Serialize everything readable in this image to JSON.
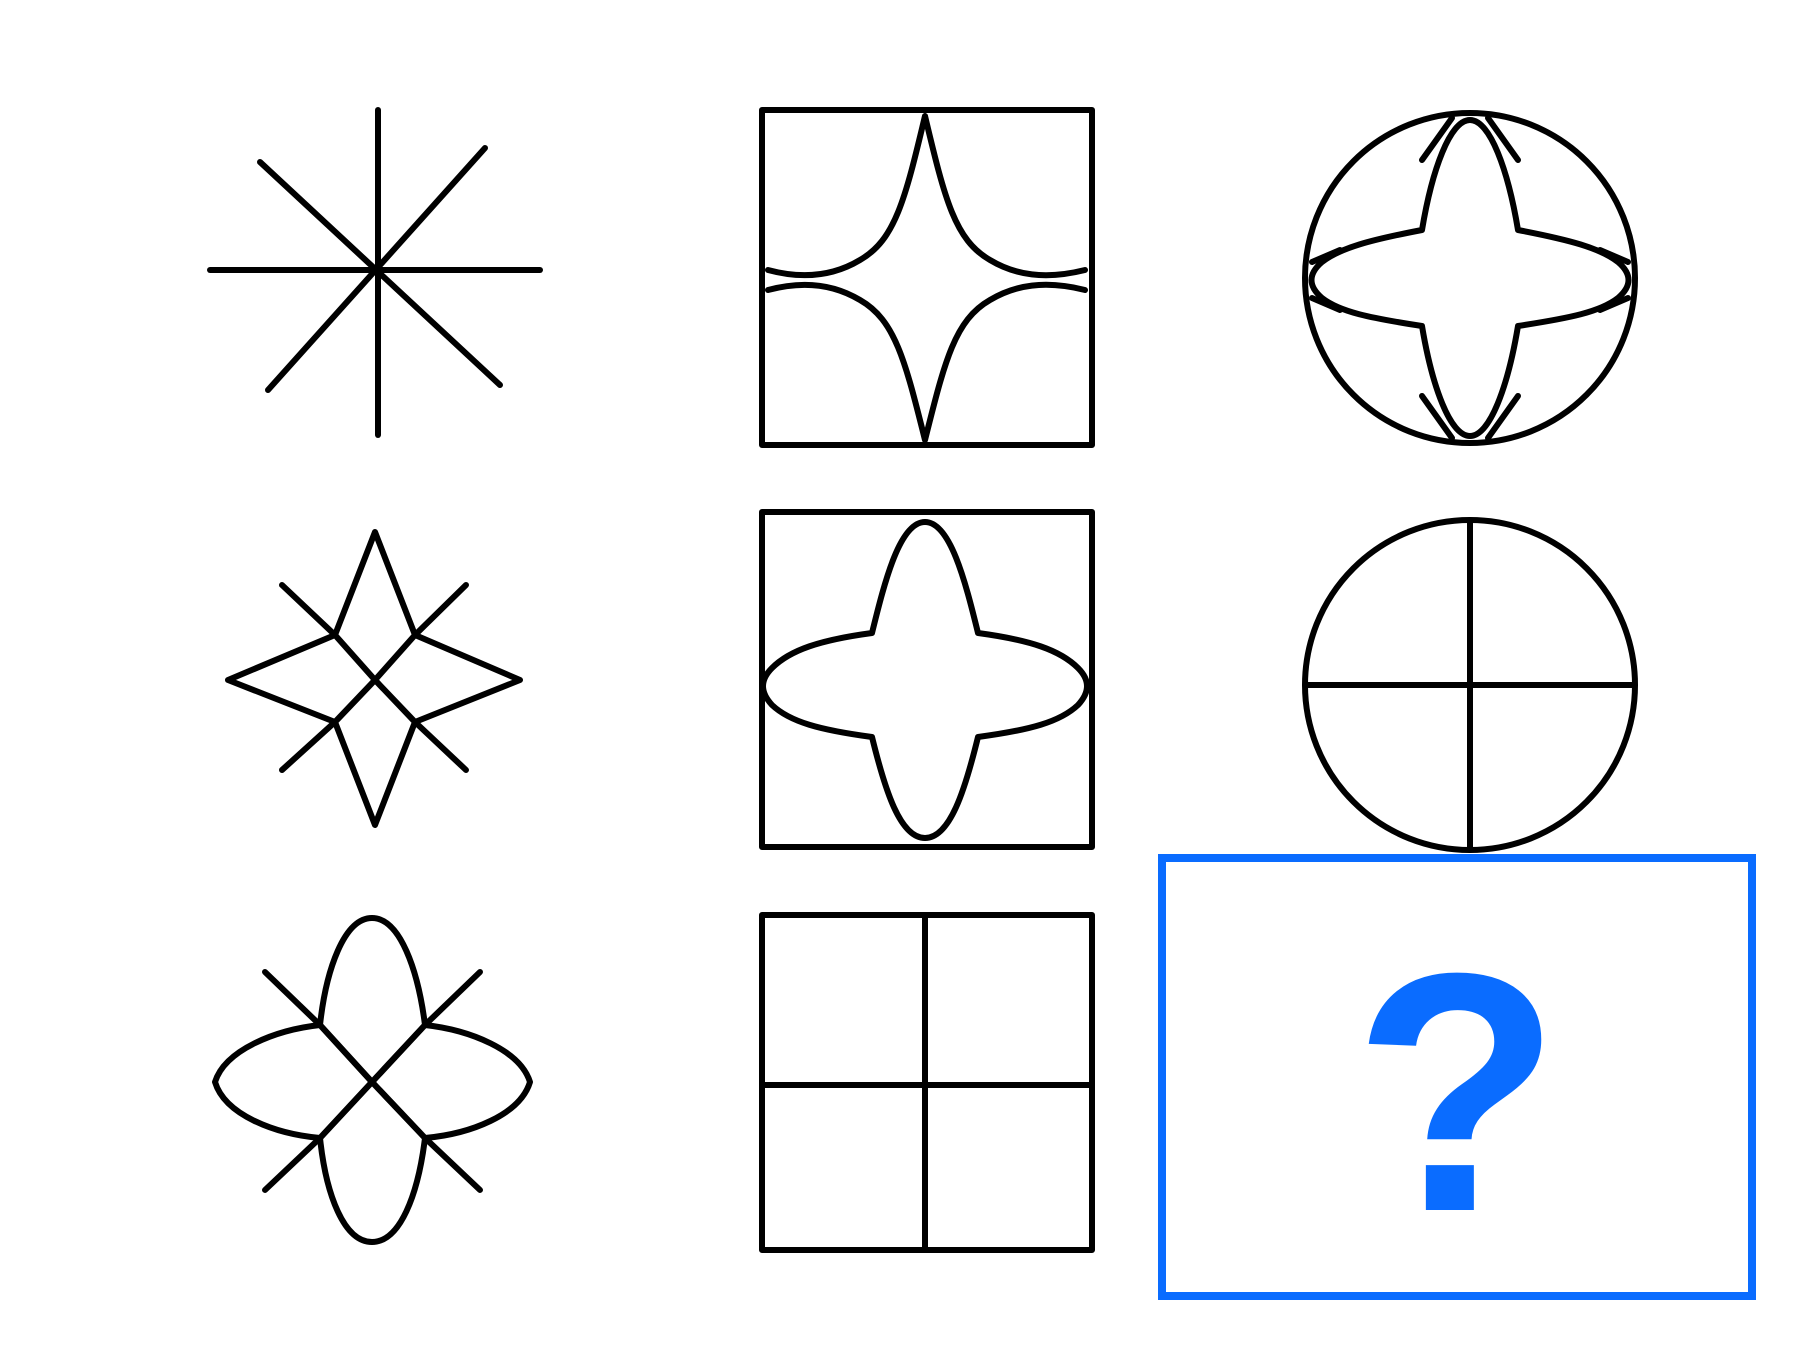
{
  "puzzle": {
    "grid": {
      "rows": 3,
      "columns": 3
    },
    "cells": [
      {
        "row": 1,
        "col": 1,
        "figure": "eight-line-asterisk"
      },
      {
        "row": 1,
        "col": 2,
        "figure": "square-with-concave-star-cutout"
      },
      {
        "row": 1,
        "col": 3,
        "figure": "circle-with-four-point-star"
      },
      {
        "row": 2,
        "col": 1,
        "figure": "eight-point-outlined-star"
      },
      {
        "row": 2,
        "col": 2,
        "figure": "square-with-four-point-star"
      },
      {
        "row": 2,
        "col": 3,
        "figure": "circle-divided-into-quarters"
      },
      {
        "row": 3,
        "col": 1,
        "figure": "four-petal-flower-with-diagonal-rays"
      },
      {
        "row": 3,
        "col": 2,
        "figure": "square-divided-into-quarters"
      },
      {
        "row": 3,
        "col": 3,
        "figure": "missing-answer"
      }
    ],
    "answer_slot": {
      "label": "?",
      "color": "#0a6cff"
    }
  }
}
